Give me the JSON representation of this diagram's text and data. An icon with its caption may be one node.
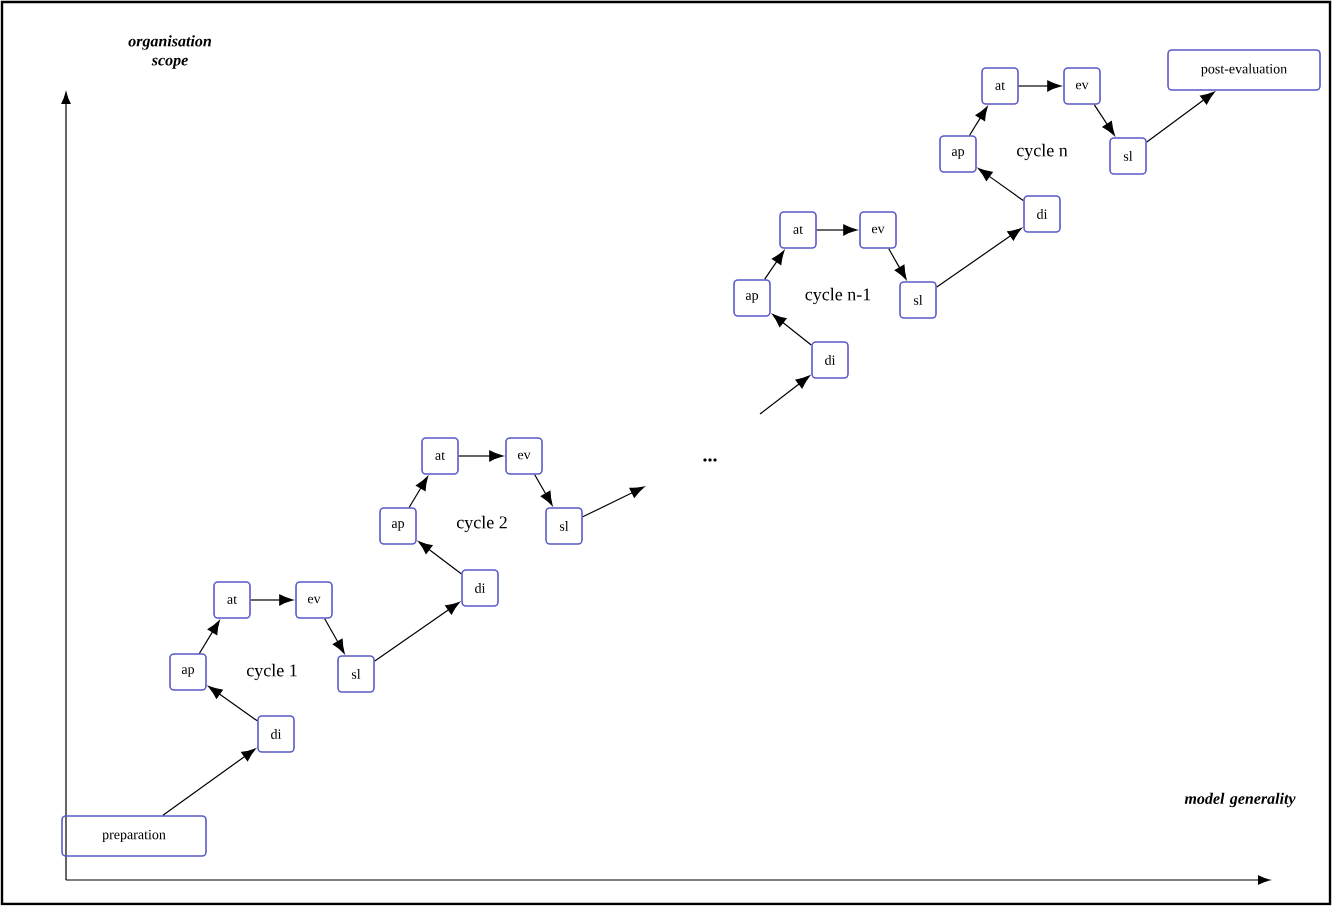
{
  "diagram": {
    "nodes": [
      {
        "text": [
          "preparation"
        ]
      },
      {
        "text": [
          "di"
        ]
      },
      {
        "text": [
          "ap"
        ]
      },
      {
        "text": [
          "at"
        ]
      },
      {
        "text": [
          "ev"
        ]
      },
      {
        "text": [
          "sl"
        ]
      },
      {
        "text": [
          "di"
        ]
      },
      {
        "text": [
          "ap"
        ]
      },
      {
        "text": [
          "at"
        ]
      },
      {
        "text": [
          "ev"
        ]
      },
      {
        "text": [
          "sl"
        ]
      },
      {
        "text": [
          "di"
        ]
      },
      {
        "text": [
          "ap"
        ]
      },
      {
        "text": [
          "at"
        ]
      },
      {
        "text": [
          "ev"
        ]
      },
      {
        "text": [
          "sl"
        ]
      },
      {
        "text": [
          "di"
        ]
      },
      {
        "text": [
          "ap"
        ]
      },
      {
        "text": [
          "at"
        ]
      },
      {
        "text": [
          "ev"
        ]
      },
      {
        "text": [
          "sl"
        ]
      },
      {
        "text": [
          "post-evaluation"
        ]
      }
    ],
    "edges": [
      {
        "from": 0,
        "to": 1,
        "arrow": "to"
      },
      {
        "from": 1,
        "to": 2,
        "arrow": "to"
      },
      {
        "from": 2,
        "to": 3,
        "arrow": "to"
      },
      {
        "from": 3,
        "to": 4,
        "arrow": "to"
      },
      {
        "from": 4,
        "to": 5,
        "arrow": "to"
      },
      {
        "from": 5,
        "to": 6,
        "arrow": "to"
      },
      {
        "from": 6,
        "to": 7,
        "arrow": "to"
      },
      {
        "from": 7,
        "to": 8,
        "arrow": "to"
      },
      {
        "from": 8,
        "to": 9,
        "arrow": "to"
      },
      {
        "from": 9,
        "to": 10,
        "arrow": "to"
      },
      {
        "from": 10,
        "to": null,
        "arrow": "to"
      },
      {
        "from": null,
        "to": 11,
        "arrow": "to"
      },
      {
        "from": 11,
        "to": 12,
        "arrow": "to"
      },
      {
        "from": 12,
        "to": 13,
        "arrow": "to"
      },
      {
        "from": 13,
        "to": 14,
        "arrow": "to"
      },
      {
        "from": 14,
        "to": 15,
        "arrow": "to"
      },
      {
        "from": 15,
        "to": 16,
        "arrow": "to"
      },
      {
        "from": 16,
        "to": 17,
        "arrow": "to"
      },
      {
        "from": 17,
        "to": 18,
        "arrow": "to"
      },
      {
        "from": 18,
        "to": 19,
        "arrow": "to"
      },
      {
        "from": 19,
        "to": 20,
        "arrow": "to"
      },
      {
        "from": 20,
        "to": 21,
        "arrow": "to"
      }
    ],
    "labels": [
      "organisation scope",
      "cycle n",
      "cycle n-1",
      "cycle 2",
      "...",
      "cycle 1",
      "model generality"
    ]
  }
}
